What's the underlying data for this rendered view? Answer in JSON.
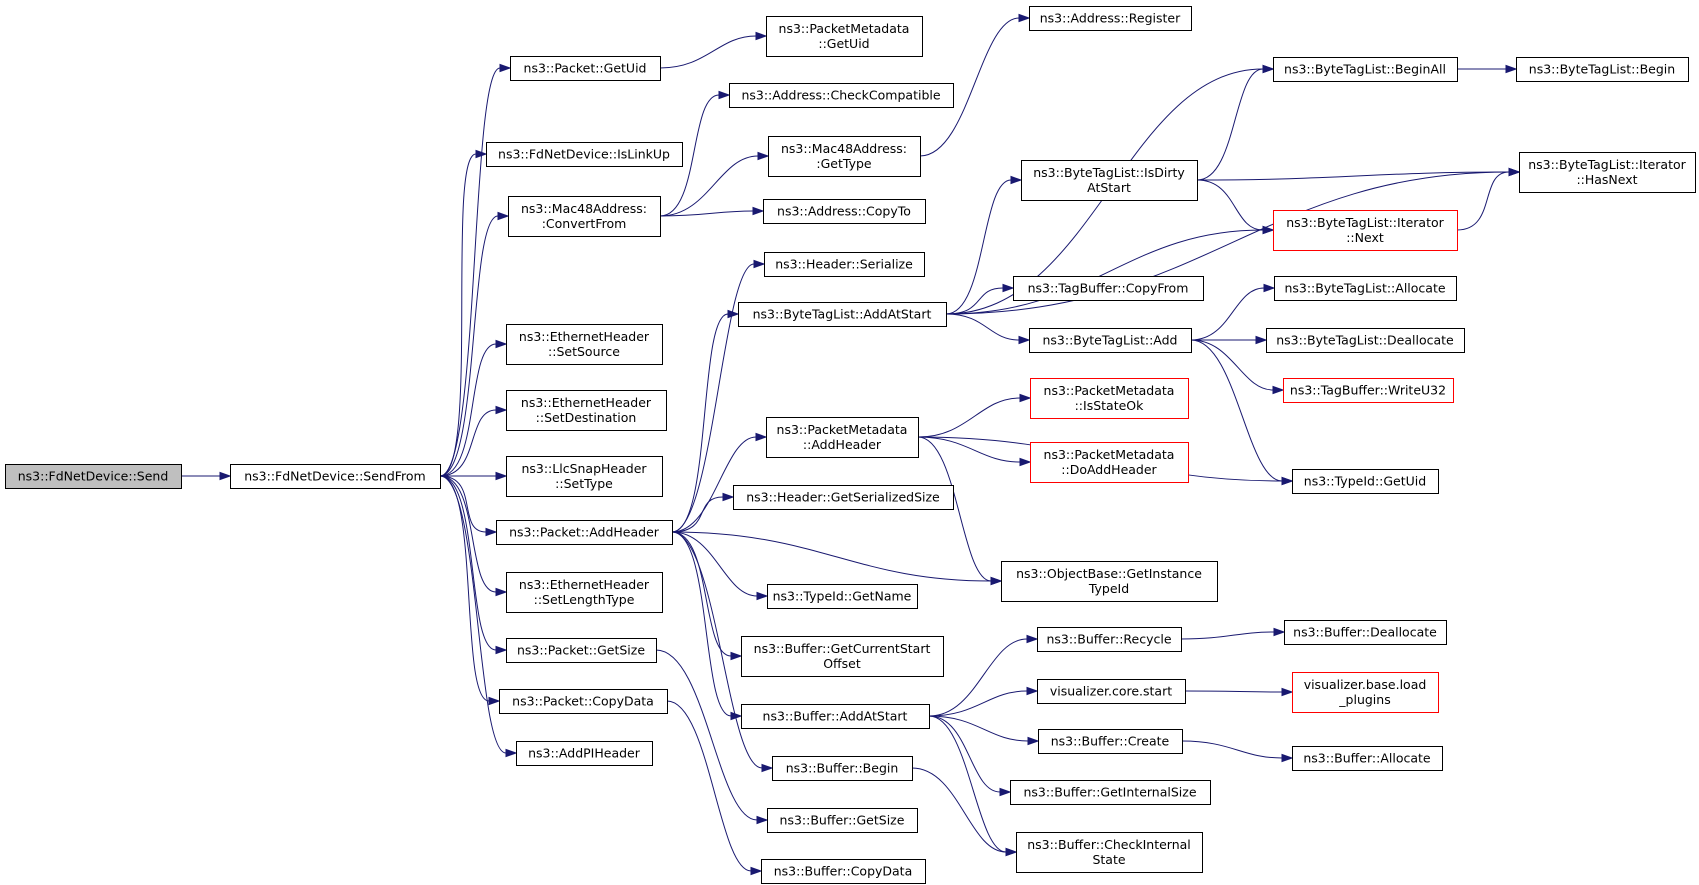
{
  "graph": {
    "root": "send",
    "colors": {
      "edge": "#191970",
      "node_border": "#000000",
      "root_fill": "#bfbfbf",
      "truncated_border": "#ff0000"
    },
    "nodes": {
      "send": [
        "ns3::FdNetDevice::Send"
      ],
      "sendfrom": [
        "ns3::FdNetDevice::SendFrom"
      ],
      "pkt_getuid": [
        "ns3::Packet::GetUid"
      ],
      "pm_getuid": [
        "ns3::PacketMetadata",
        "::GetUid"
      ],
      "islinkup": [
        "ns3::FdNetDevice::IsLinkUp"
      ],
      "mac_convert": [
        "ns3::Mac48Address:",
        ":ConvertFrom"
      ],
      "addr_check": [
        "ns3::Address::CheckCompatible"
      ],
      "addr_register": [
        "ns3::Address::Register"
      ],
      "mac_gettype": [
        "ns3::Mac48Address:",
        ":GetType"
      ],
      "addr_copyto": [
        "ns3::Address::CopyTo"
      ],
      "eth_setsource": [
        "ns3::EthernetHeader",
        "::SetSource"
      ],
      "eth_setdest": [
        "ns3::EthernetHeader",
        "::SetDestination"
      ],
      "llc_settype": [
        "ns3::LlcSnapHeader",
        "::SetType"
      ],
      "pkt_addheader": [
        "ns3::Packet::AddHeader"
      ],
      "eth_setlen": [
        "ns3::EthernetHeader",
        "::SetLengthType"
      ],
      "pkt_getsize": [
        "ns3::Packet::GetSize"
      ],
      "pkt_copydata": [
        "ns3::Packet::CopyData"
      ],
      "addpiheader": [
        "ns3::AddPIHeader"
      ],
      "hdr_serialize": [
        "ns3::Header::Serialize"
      ],
      "btl_addatstart": [
        "ns3::ByteTagList::AddAtStart"
      ],
      "pm_addheader": [
        "ns3::PacketMetadata",
        "::AddHeader"
      ],
      "hdr_getser": [
        "ns3::Header::GetSerializedSize"
      ],
      "tid_getname": [
        "ns3::TypeId::GetName"
      ],
      "buf_getcso": [
        "ns3::Buffer::GetCurrentStart",
        "Offset"
      ],
      "buf_addatstart": [
        "ns3::Buffer::AddAtStart"
      ],
      "buf_begin": [
        "ns3::Buffer::Begin"
      ],
      "buf_getsize": [
        "ns3::Buffer::GetSize"
      ],
      "buf_copydata": [
        "ns3::Buffer::CopyData"
      ],
      "btl_isdirty": [
        "ns3::ByteTagList::IsDirty",
        "AtStart"
      ],
      "tb_copyfrom": [
        "ns3::TagBuffer::CopyFrom"
      ],
      "btl_add": [
        "ns3::ByteTagList::Add"
      ],
      "pm_isstateok": [
        "ns3::PacketMetadata",
        "::IsStateOk"
      ],
      "pm_doaddheader": [
        "ns3::PacketMetadata",
        "::DoAddHeader"
      ],
      "ob_getinst": [
        "ns3::ObjectBase::GetInstance",
        "TypeId"
      ],
      "buf_recycle": [
        "ns3::Buffer::Recycle"
      ],
      "vis_start": [
        "visualizer.core.start"
      ],
      "buf_create": [
        "ns3::Buffer::Create"
      ],
      "buf_getint": [
        "ns3::Buffer::GetInternalSize"
      ],
      "buf_checkint": [
        "ns3::Buffer::CheckInternal",
        "State"
      ],
      "btl_beginall": [
        "ns3::ByteTagList::BeginAll"
      ],
      "btl_begin": [
        "ns3::ByteTagList::Begin"
      ],
      "btl_it_hasnext": [
        "ns3::ByteTagList::Iterator",
        "::HasNext"
      ],
      "btl_it_next": [
        "ns3::ByteTagList::Iterator",
        "::Next"
      ],
      "btl_allocate": [
        "ns3::ByteTagList::Allocate"
      ],
      "btl_dealloc": [
        "ns3::ByteTagList::Deallocate"
      ],
      "tb_writeu32": [
        "ns3::TagBuffer::WriteU32"
      ],
      "tid_getuid": [
        "ns3::TypeId::GetUid"
      ],
      "buf_dealloc": [
        "ns3::Buffer::Deallocate"
      ],
      "vis_load": [
        "visualizer.base.load",
        "_plugins"
      ],
      "buf_allocate": [
        "ns3::Buffer::Allocate"
      ]
    },
    "truncated": [
      "btl_it_next",
      "pm_isstateok",
      "pm_doaddheader",
      "tb_writeu32",
      "vis_load"
    ],
    "edges": [
      [
        "send",
        "sendfrom"
      ],
      [
        "sendfrom",
        "pkt_getuid"
      ],
      [
        "sendfrom",
        "islinkup"
      ],
      [
        "sendfrom",
        "mac_convert"
      ],
      [
        "sendfrom",
        "eth_setsource"
      ],
      [
        "sendfrom",
        "eth_setdest"
      ],
      [
        "sendfrom",
        "llc_settype"
      ],
      [
        "sendfrom",
        "pkt_addheader"
      ],
      [
        "sendfrom",
        "eth_setlen"
      ],
      [
        "sendfrom",
        "pkt_getsize"
      ],
      [
        "sendfrom",
        "pkt_copydata"
      ],
      [
        "sendfrom",
        "addpiheader"
      ],
      [
        "pkt_getuid",
        "pm_getuid"
      ],
      [
        "mac_convert",
        "addr_check"
      ],
      [
        "mac_convert",
        "mac_gettype"
      ],
      [
        "mac_convert",
        "addr_copyto"
      ],
      [
        "mac_gettype",
        "addr_register"
      ],
      [
        "pkt_addheader",
        "hdr_serialize"
      ],
      [
        "pkt_addheader",
        "btl_addatstart"
      ],
      [
        "pkt_addheader",
        "pm_addheader"
      ],
      [
        "pkt_addheader",
        "hdr_getser"
      ],
      [
        "pkt_addheader",
        "ob_getinst"
      ],
      [
        "pkt_addheader",
        "tid_getname"
      ],
      [
        "pkt_addheader",
        "buf_getcso"
      ],
      [
        "pkt_addheader",
        "buf_addatstart"
      ],
      [
        "pkt_addheader",
        "buf_begin"
      ],
      [
        "pkt_getsize",
        "buf_getsize"
      ],
      [
        "pkt_copydata",
        "buf_copydata"
      ],
      [
        "btl_addatstart",
        "btl_beginall"
      ],
      [
        "btl_addatstart",
        "btl_it_hasnext"
      ],
      [
        "btl_addatstart",
        "btl_isdirty"
      ],
      [
        "btl_addatstart",
        "btl_it_next"
      ],
      [
        "btl_addatstart",
        "tb_copyfrom"
      ],
      [
        "btl_addatstart",
        "btl_add"
      ],
      [
        "btl_isdirty",
        "btl_beginall"
      ],
      [
        "btl_isdirty",
        "btl_it_hasnext"
      ],
      [
        "btl_isdirty",
        "btl_it_next"
      ],
      [
        "btl_it_next",
        "btl_it_hasnext"
      ],
      [
        "btl_beginall",
        "btl_begin"
      ],
      [
        "btl_add",
        "btl_allocate"
      ],
      [
        "btl_add",
        "btl_dealloc"
      ],
      [
        "btl_add",
        "tb_writeu32"
      ],
      [
        "btl_add",
        "tid_getuid"
      ],
      [
        "pm_addheader",
        "pm_isstateok"
      ],
      [
        "pm_addheader",
        "pm_doaddheader"
      ],
      [
        "pm_addheader",
        "tid_getuid"
      ],
      [
        "pm_addheader",
        "ob_getinst"
      ],
      [
        "buf_addatstart",
        "buf_recycle"
      ],
      [
        "buf_addatstart",
        "vis_start"
      ],
      [
        "buf_addatstart",
        "buf_create"
      ],
      [
        "buf_addatstart",
        "buf_getint"
      ],
      [
        "buf_addatstart",
        "buf_checkint"
      ],
      [
        "buf_begin",
        "buf_checkint"
      ],
      [
        "buf_recycle",
        "buf_dealloc"
      ],
      [
        "vis_start",
        "vis_load"
      ],
      [
        "buf_create",
        "buf_allocate"
      ]
    ]
  }
}
